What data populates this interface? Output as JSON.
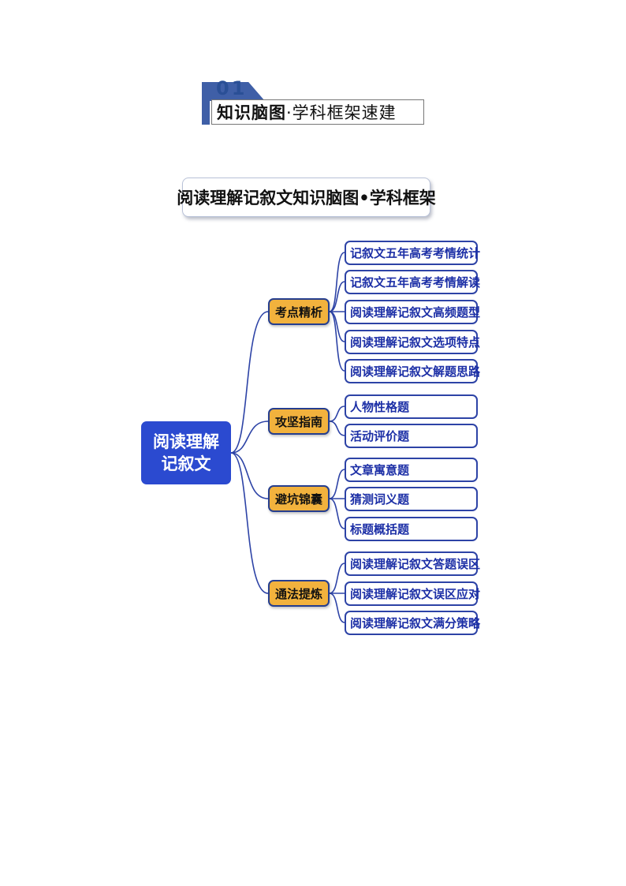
{
  "section": {
    "number": "01",
    "title_bold": "知识脑图",
    "title_rest": "·学科框架速建"
  },
  "map": {
    "title": "阅读理解记叙文知识脑图•学科框架",
    "root_line1": "阅读理解",
    "root_line2": "记叙文",
    "categories": [
      {
        "label": "考点精析",
        "leaves": [
          "记叙文五年高考考情统计",
          "记叙文五年高考考情解读",
          "阅读理解记叙文高频题型",
          "阅读理解记叙文选项特点",
          "阅读理解记叙文解题思路"
        ]
      },
      {
        "label": "攻坚指南",
        "leaves": [
          "人物性格题",
          "活动评价题"
        ]
      },
      {
        "label": "避坑锦囊",
        "leaves": [
          "文章寓意题",
          "猜测词义题",
          "标题概括题"
        ]
      },
      {
        "label": "通法提炼",
        "leaves": [
          "阅读理解记叙文答题误区",
          "阅读理解记叙文误区应对",
          "阅读理解记叙文满分策略"
        ]
      }
    ]
  },
  "colors": {
    "root_fill": "#2b4ad0",
    "category_fill": "#f2b23d",
    "leaf_border": "#2d43a6",
    "leaf_text": "#1c2fa6",
    "connector": "#2d43a6",
    "header_accent": "#3f5fa7"
  }
}
